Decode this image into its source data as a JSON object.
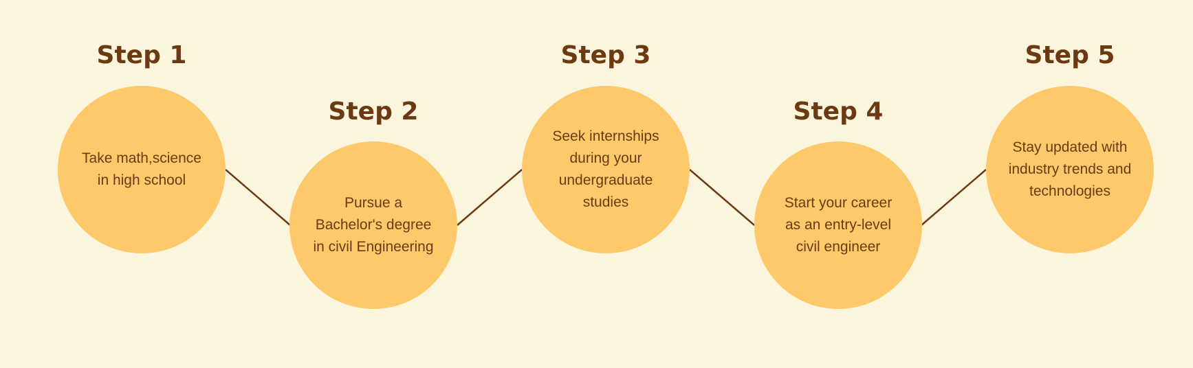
{
  "colors": {
    "background": "#faf5dc",
    "circle_fill": "#fec96b",
    "text": "#6b3a12",
    "connector": "#6b3a12"
  },
  "steps": [
    {
      "title": "Step 1",
      "text": "Take math,science in high school"
    },
    {
      "title": "Step 2",
      "text": "Pursue a Bachelor's degree in civil Engineering"
    },
    {
      "title": "Step 3",
      "text": "Seek internships during your undergraduate studies"
    },
    {
      "title": "Step 4",
      "text": "Start your career as an entry-level civil engineer"
    },
    {
      "title": "Step 5",
      "text": "Stay updated with industry trends and technologies"
    }
  ]
}
